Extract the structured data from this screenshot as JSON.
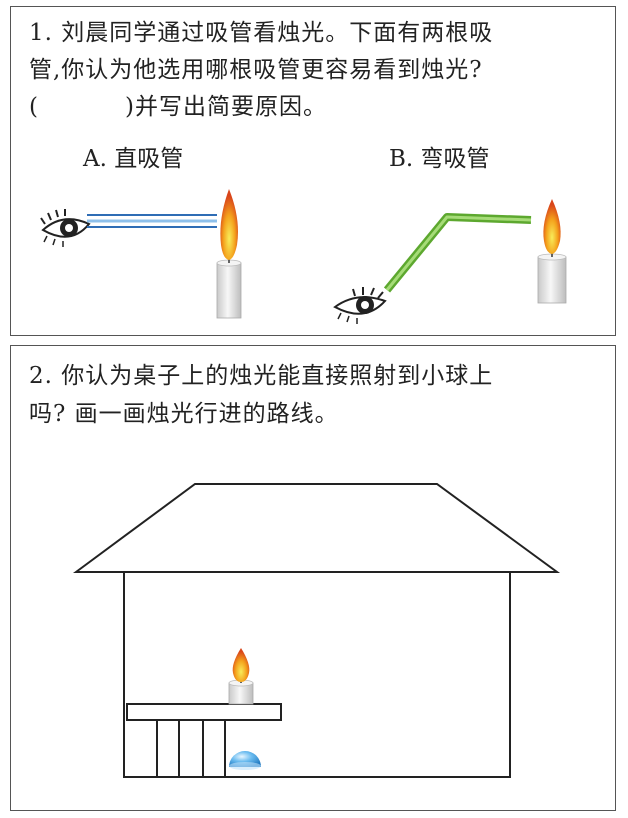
{
  "question1": {
    "line1": "1. 刘晨同学通过吸管看烛光。下面有两根吸",
    "line2": "管,你认为他选用哪根吸管更容易看到烛光?",
    "line3_open": "(",
    "line3_rest": ")并写出简要原因。",
    "option_a": "A. 直吸管",
    "option_b": "B. 弯吸管"
  },
  "question2": {
    "line1": "2. 你认为桌子上的烛光能直接照射到小球上",
    "line2": "吗? 画一画烛光行进的路线。"
  },
  "colors": {
    "border": "#555555",
    "straw_straight": "#2f6db5",
    "straw_bent": "#7cc242",
    "flame_outer": "#f08a18",
    "flame_inner": "#f6e24a",
    "candle": "#e6e6e6",
    "ball": "#4aa3e0"
  }
}
